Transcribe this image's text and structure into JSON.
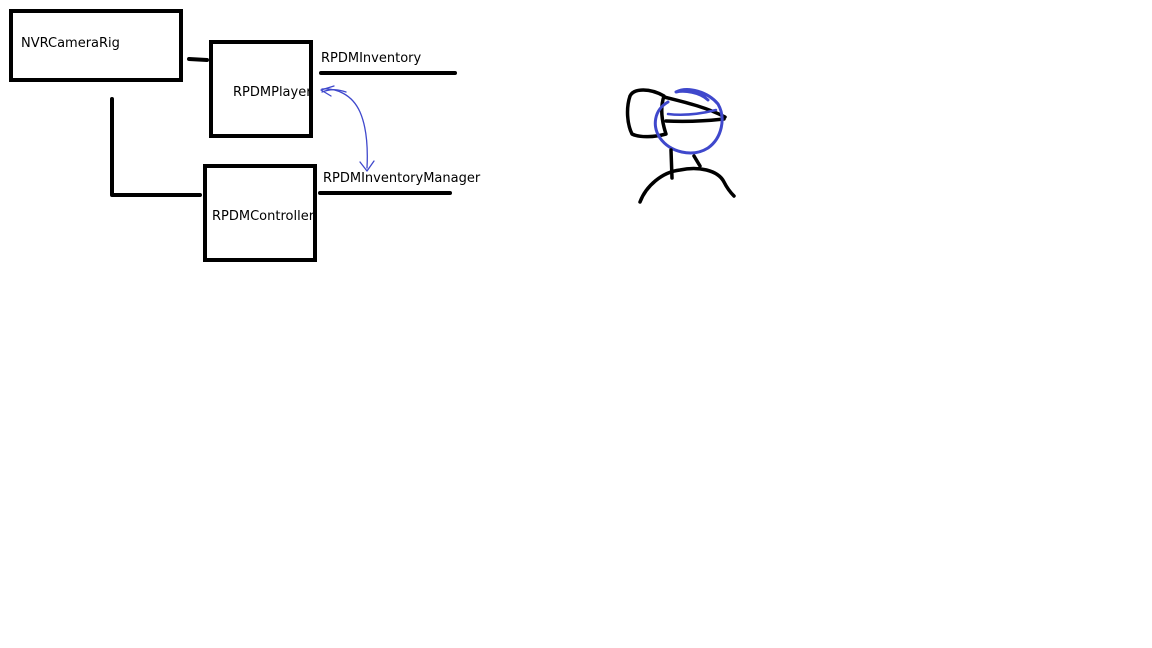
{
  "diagram": {
    "nodes": {
      "camera_rig": "NVRCameraRig",
      "player": "RPDMPlayer",
      "controller": "RPDMController"
    },
    "attachments": {
      "inventory": "RPDMInventory",
      "inventory_manager": "RPDMInventoryManager"
    }
  },
  "colors": {
    "ink": "#000000",
    "annotation": "#3f48cc",
    "background": "#ffffff"
  },
  "icons": [
    "vr-headset-figure-sketch"
  ]
}
